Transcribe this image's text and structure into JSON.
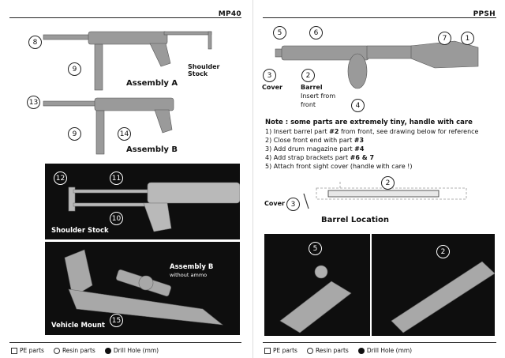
{
  "left_page": {
    "header": "MP40",
    "assembly_a_label": "Assembly A",
    "assembly_b_label": "Assembly B",
    "shoulder_stock_side_label_1": "Shoulder",
    "shoulder_stock_side_label_2": "Stock",
    "callouts": {
      "c8": "8",
      "c9a": "9",
      "c13": "13",
      "c9b": "9",
      "c14": "14",
      "c12": "12",
      "c11": "11",
      "c10": "10",
      "c15": "15"
    },
    "photo1_caption": "Shoulder Stock",
    "photo2_caption": "Vehicle Mount",
    "photo2_assembly_label": "Assembly B",
    "photo2_assembly_sub": "without ammo"
  },
  "right_page": {
    "header": "PPSH",
    "callouts": {
      "c5": "5",
      "c6": "6",
      "c7": "7",
      "c1": "1",
      "c3": "3",
      "c2": "2",
      "c4": "4",
      "c3b": "3",
      "c2b": "2",
      "c5p": "5",
      "c2p": "2"
    },
    "cover_label": "Cover",
    "barrel_label": "Barrel",
    "barrel_sub_1": "Insert from",
    "barrel_sub_2": "front",
    "note_title": "Note : some parts are extremely tiny, handle with care",
    "steps": [
      {
        "pre": "1) Insert barrel part ",
        "bold": "#2",
        "post": " from front, see drawing below for reference"
      },
      {
        "pre": "2) Close front end with part ",
        "bold": "#3",
        "post": ""
      },
      {
        "pre": "3) Add drum magazine part ",
        "bold": "#4",
        "post": ""
      },
      {
        "pre": "4) Add strap brackets part ",
        "bold": "#6 & 7",
        "post": ""
      },
      {
        "pre": "5) Attach front sight cover (handle with care !)",
        "bold": "",
        "post": ""
      }
    ],
    "diagram_cover_label": "Cover",
    "barrel_location_label": "Barrel Location"
  },
  "footer": {
    "pe_parts": "PE parts",
    "resin_parts": "Resin parts",
    "drill_hole": "Drill Hole (mm)"
  }
}
